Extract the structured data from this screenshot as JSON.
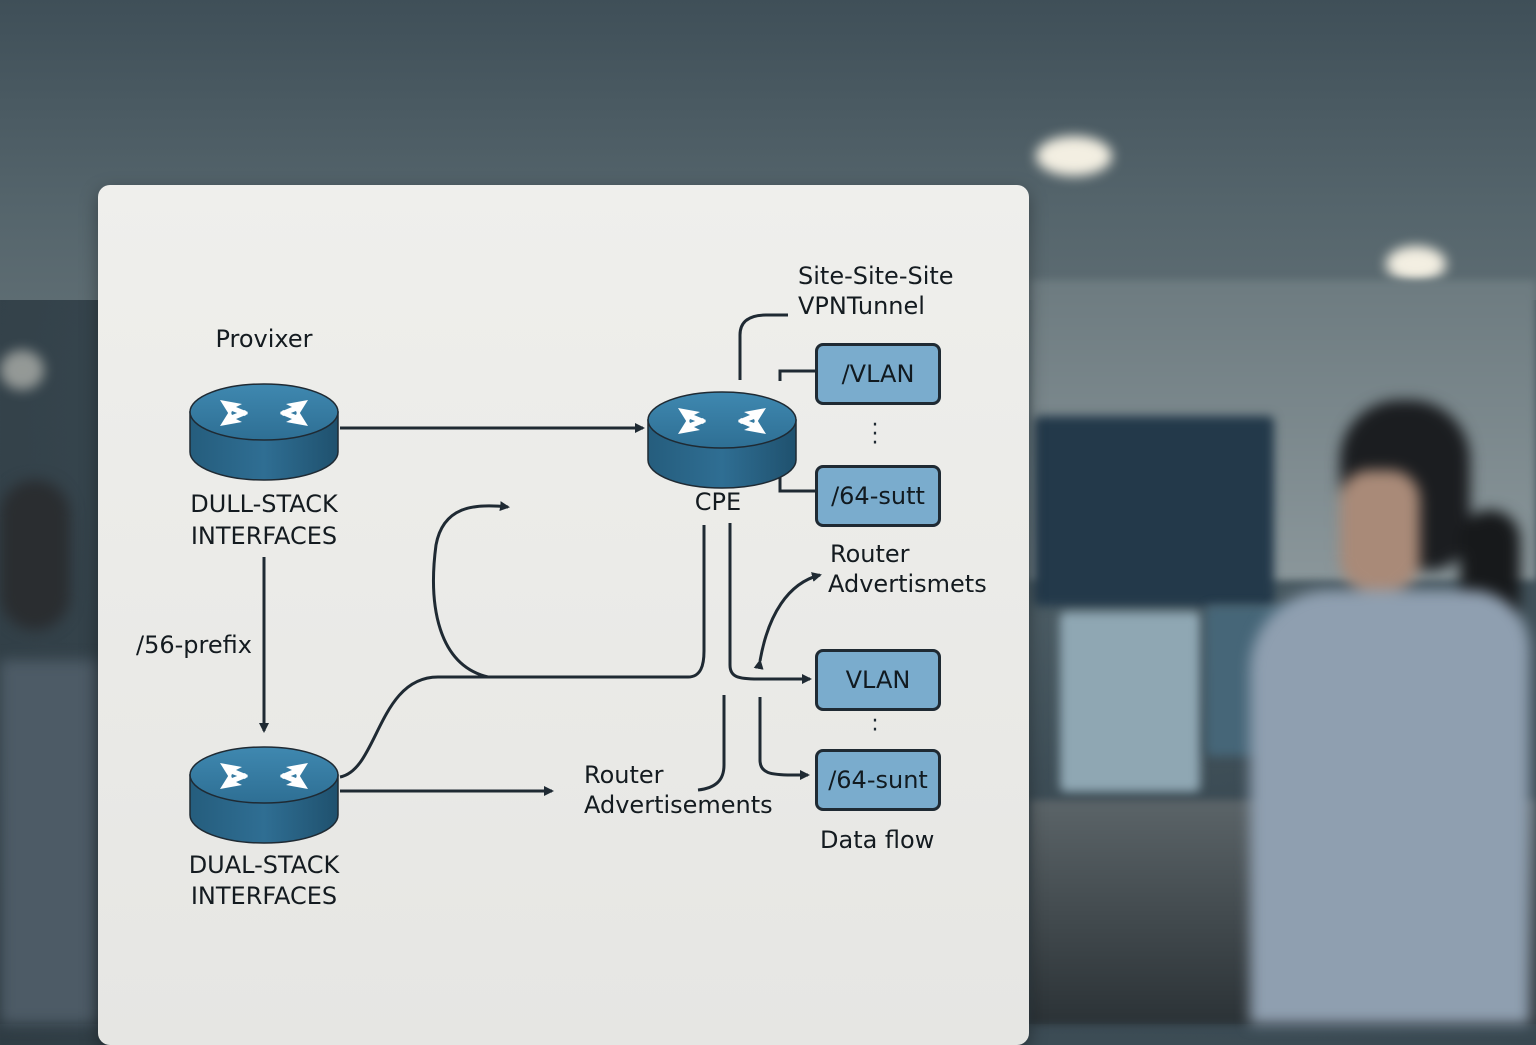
{
  "diagram": {
    "provider_label": "Provixer",
    "top_router_label": [
      "DULL-STACK",
      "INTERFACES"
    ],
    "bottom_router_label": [
      "DUAL-STACK",
      "INTERFACES"
    ],
    "prefix_label": "/56-prefix",
    "cpe_label": "CPE",
    "tunnel_label": [
      "Site-Site-Site",
      "VPNTunnel"
    ],
    "router_adv_right": [
      "Router",
      "Advertismets"
    ],
    "router_adv_bottom": [
      "Router",
      "Advertisements"
    ],
    "boxes": [
      "/VLAN",
      "/64-sutt",
      "VLAN",
      "/64-sunt"
    ],
    "data_flow_label": "Data flow",
    "colors": {
      "router": "#2f6e93",
      "box": "#7aaccd",
      "line": "#1f2a33",
      "card": "#ececea"
    },
    "icons": [
      "router-icon",
      "arrow-icon"
    ]
  }
}
